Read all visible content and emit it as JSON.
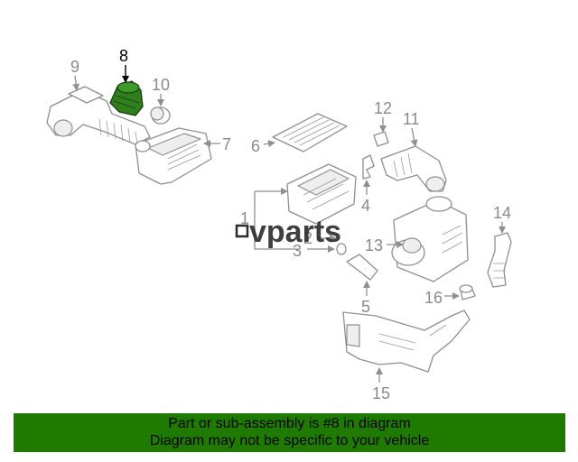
{
  "highlight_color": "#2f7f1c",
  "banner_color": "#1f7a00",
  "watermark": "vparts",
  "callouts": {
    "c1": "1",
    "c2": "2",
    "c3": "3",
    "c4": "4",
    "c5": "5",
    "c6": "6",
    "c7": "7",
    "c8": "8",
    "c9": "9",
    "c10": "10",
    "c11": "11",
    "c12": "12",
    "c13": "13",
    "c14": "14",
    "c15": "15",
    "c16": "16"
  },
  "banner": {
    "line1": "Part or sub-assembly is #8 in diagram",
    "line2": "Diagram may not be specific to your vehicle"
  }
}
